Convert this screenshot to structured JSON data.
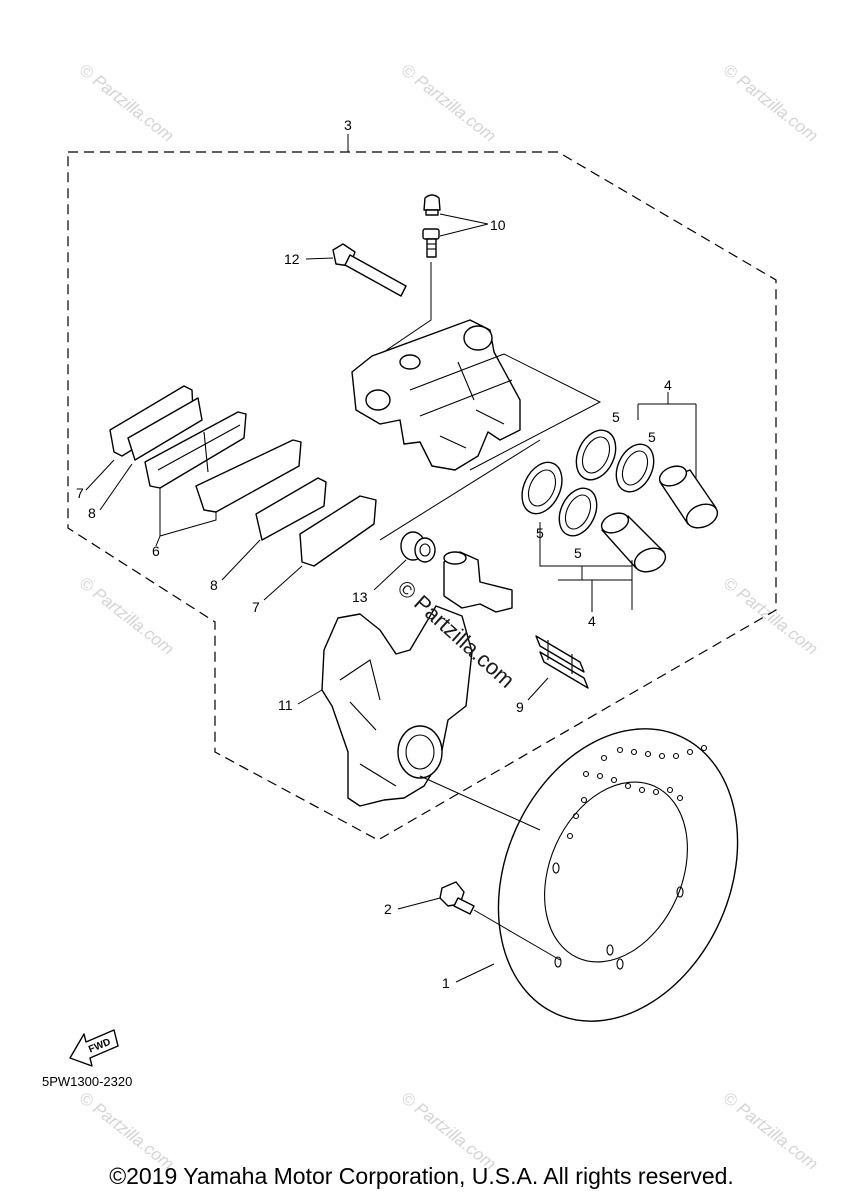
{
  "watermark": {
    "text": "© Partzilla.com",
    "center_text": "© Partzilla.com"
  },
  "callouts": {
    "c1": "1",
    "c2": "2",
    "c3": "3",
    "c4a": "4",
    "c4b": "4",
    "c5a": "5",
    "c5b": "5",
    "c5c": "5",
    "c5d": "5",
    "c6": "6",
    "c7a": "7",
    "c7b": "7",
    "c8a": "8",
    "c8b": "8",
    "c9": "9",
    "c10": "10",
    "c11": "11",
    "c12": "12",
    "c13": "13"
  },
  "fwd_label": "FWD",
  "diagram_code": "5PW1300-2320",
  "copyright": "©2019 Yamaha Motor Corporation, U.S.A. All rights reserved."
}
